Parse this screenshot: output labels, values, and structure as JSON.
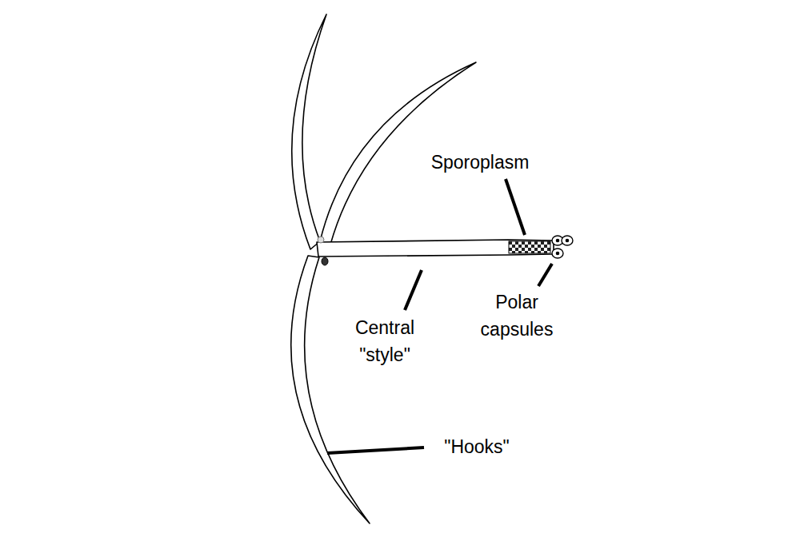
{
  "diagram": {
    "labels": [
      "Sporoplasm",
      "Central \"style\"",
      "Polar capsules",
      "\"Hooks\""
    ]
  }
}
